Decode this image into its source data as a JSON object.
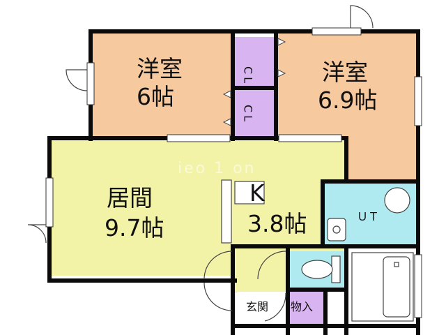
{
  "colors": {
    "bedroom": "#F6C99F",
    "living": "#F3F3A8",
    "closet": "#D8B4F0",
    "bath": "#AEEAF0",
    "wall": "#0A0A0A",
    "fixture": "#555555"
  },
  "rooms": {
    "west_bedroom": {
      "name": "洋室",
      "size": "6帖"
    },
    "east_bedroom": {
      "name": "洋室",
      "size": "6.9帖"
    },
    "closet_upper": {
      "name": "CL"
    },
    "closet_lower": {
      "name": "CL"
    },
    "living": {
      "name": "居間",
      "size": "9.7帖"
    },
    "kitchen": {
      "name": "K",
      "size": "3.8帖"
    },
    "utility": {
      "name": "ＵＴ"
    },
    "entrance": {
      "name": "玄関"
    },
    "storage": {
      "name": "物入"
    }
  },
  "watermark": "ieo ⁠1 ⁠on"
}
